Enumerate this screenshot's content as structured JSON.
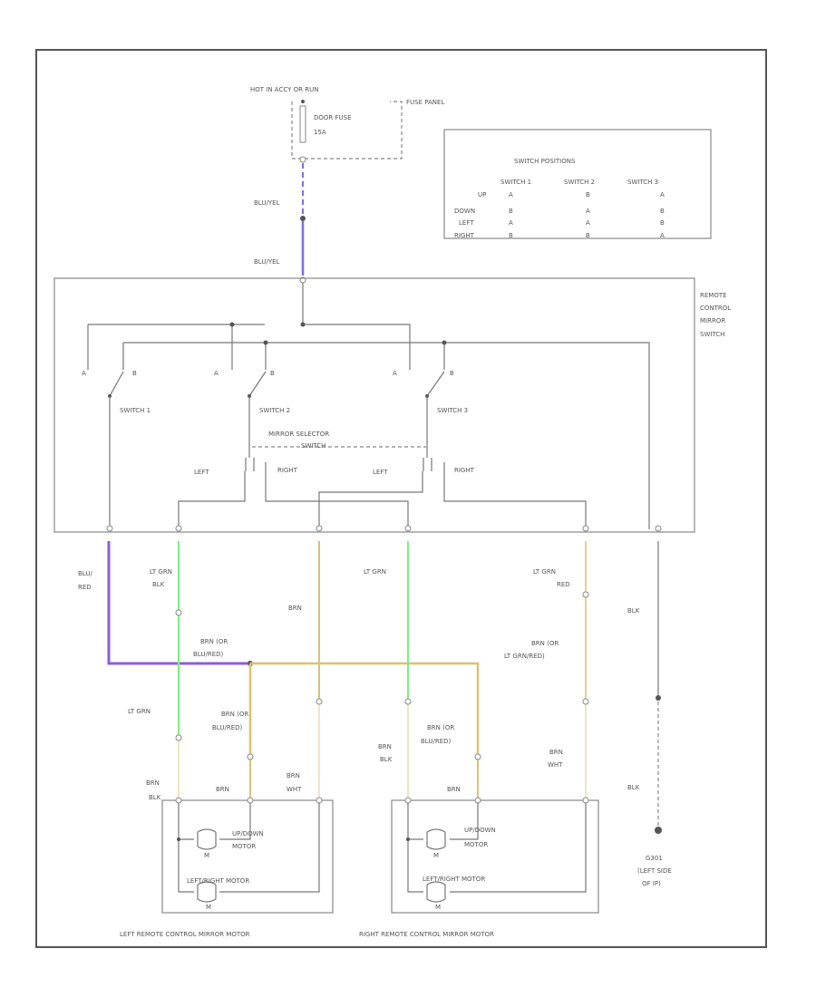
{
  "power": {
    "hot_label": "HOT IN ACCY OR RUN",
    "fuse_name": "DOOR FUSE",
    "fuse_rating": "15A",
    "fuse_panel": "FUSE PANEL"
  },
  "wire_labels": {
    "blu_yel_1": "BLU/YEL",
    "blu_yel_2": "BLU/YEL",
    "blu_red_1": "BLU/",
    "blu_red_2": "RED",
    "ltgrn_blk_1a": "LT GRN",
    "ltgrn_blk_1b": "BLK",
    "brn_1": "BRN",
    "ltgrn_2": "LT GRN",
    "ltgrn_red_a": "LT GRN",
    "ltgrn_red_b": "RED",
    "blk_1": "BLK",
    "brn_blured_top_a": "BRN (OR",
    "brn_blured_top_b": "BLU/RED)",
    "brn_ltgrnred_a": "BRN (OR",
    "brn_ltgrnred_b": "LT GRN/RED)",
    "ltgrn_3": "LT GRN",
    "brn_blured_l_a": "BRN (OR",
    "brn_blured_l_b": "BLU/RED)",
    "brn_blk_m_a": "BRN",
    "brn_blk_m_b": "BLK",
    "brn_blured_r_a": "BRN (OR",
    "brn_blured_r_b": "BLU/RED)",
    "brn_wht_r_a": "BRN",
    "brn_wht_r_b": "WHT",
    "brn_blk_l_a": "BRN",
    "brn_blk_l_b": "BLK",
    "brn_l": "BRN",
    "brn_wht_l_a": "BRN",
    "brn_wht_l_b": "WHT",
    "brn_r": "BRN",
    "blk_2": "BLK"
  },
  "switch_positions": {
    "title": "SWITCH POSITIONS",
    "columns": [
      "SWITCH 1",
      "SWITCH 2",
      "SWITCH 3"
    ],
    "rows": [
      {
        "label": "UP",
        "values": [
          "A",
          "B",
          "A"
        ]
      },
      {
        "label": "DOWN",
        "values": [
          "B",
          "A",
          "B"
        ]
      },
      {
        "label": "LEFT",
        "values": [
          "A",
          "A",
          "B"
        ]
      },
      {
        "label": "RIGHT",
        "values": [
          "B",
          "B",
          "A"
        ]
      }
    ]
  },
  "remote_switch": {
    "label_1": "REMOTE",
    "label_2": "CONTROL",
    "label_3": "MIRROR",
    "label_4": "SWITCH",
    "switch_1": "SWITCH 1",
    "switch_2": "SWITCH 2",
    "switch_3": "SWITCH 3",
    "mirror_sel_1": "MIRROR SELECTOR",
    "mirror_sel_2": "SWITCH",
    "pos_a": "A",
    "pos_b": "B",
    "left_1": "LEFT",
    "right_1": "RIGHT",
    "left_2": "LEFT",
    "right_2": "RIGHT"
  },
  "motors": {
    "up_down_1": "UP/DOWN",
    "up_down_2": "MOTOR",
    "left_right": "LEFT/RIGHT MOTOR",
    "m": "M",
    "left_mirror": "LEFT REMOTE CONTROL MIRROR MOTOR",
    "right_mirror": "RIGHT REMOTE CONTROL MIRROR MOTOR"
  },
  "ground": {
    "id": "G301",
    "desc_1": "(LEFT SIDE",
    "desc_2": "OF IP)"
  },
  "colors": {
    "blu_yel": "#7b6cf5",
    "blu_red": "#8a5fd8",
    "lt_grn": "#7df07d",
    "brn": "#e0c070",
    "brn_light": "#e8dcb0",
    "ltgrn_red": "#e8d090"
  }
}
